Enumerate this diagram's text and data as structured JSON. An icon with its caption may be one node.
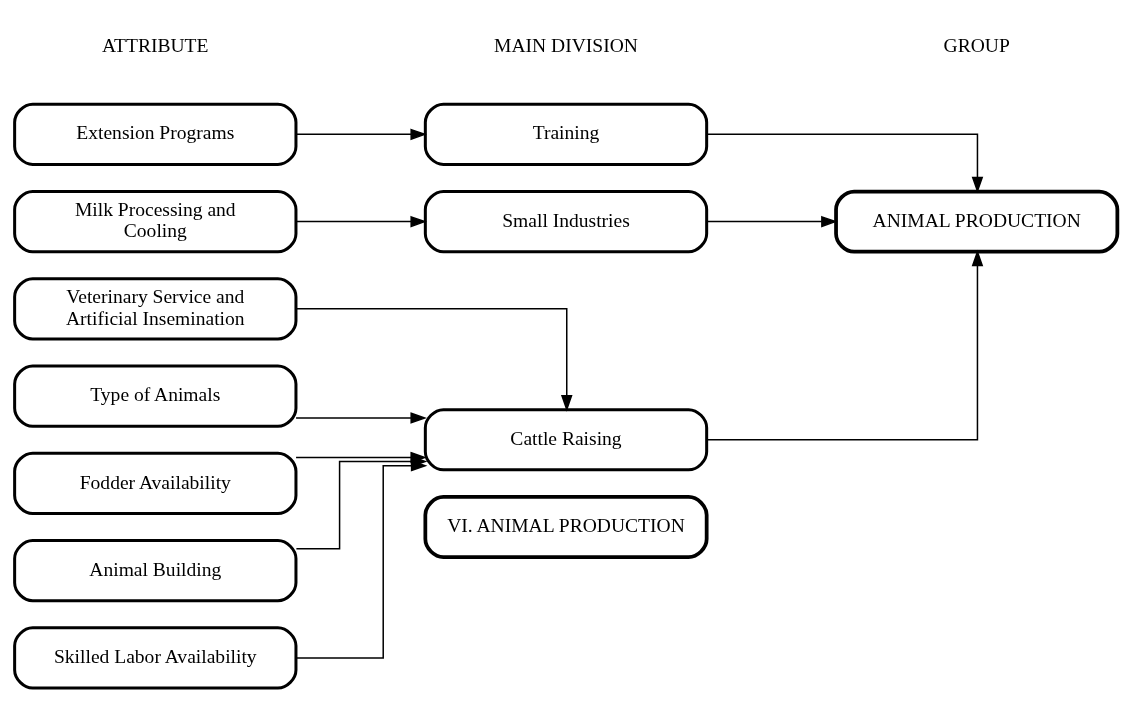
{
  "diagram": {
    "nodes": [
      {
        "text": [
          "VI. ANIMAL PRODUCTION"
        ]
      },
      {
        "text": [
          "Extension Programs"
        ]
      },
      {
        "text": [
          "Milk Processing and Cooling"
        ]
      },
      {
        "text": [
          "Veterinary Service and Artificial Insemination"
        ]
      },
      {
        "text": [
          "Type of Animals"
        ]
      },
      {
        "text": [
          "Fodder Availability"
        ]
      },
      {
        "text": [
          "Animal Building"
        ]
      },
      {
        "text": [
          "Skilled Labor Availability"
        ]
      },
      {
        "text": [
          "Training"
        ]
      },
      {
        "text": [
          "Small Industries"
        ]
      },
      {
        "text": [
          "Cattle Raising"
        ]
      },
      {
        "text": [
          "ANIMAL PRODUCTION"
        ]
      }
    ],
    "edges": [
      {
        "from": 1,
        "to": 8,
        "arrow": "to"
      },
      {
        "from": 2,
        "to": 9,
        "arrow": "to"
      },
      {
        "from": 3,
        "to": 10,
        "arrow": "to"
      },
      {
        "from": 4,
        "to": 10,
        "arrow": "to"
      },
      {
        "from": 5,
        "to": 10,
        "arrow": "to"
      },
      {
        "from": 6,
        "to": 10,
        "arrow": "to"
      },
      {
        "from": 7,
        "to": 10,
        "arrow": "to"
      },
      {
        "from": 8,
        "to": 11,
        "arrow": "to"
      },
      {
        "from": 9,
        "to": 11,
        "arrow": "to"
      },
      {
        "from": 10,
        "to": 11,
        "arrow": "to"
      }
    ],
    "labels": [
      "ATTRIBUTE",
      "MAIN DIVISION",
      "GROUP"
    ]
  }
}
